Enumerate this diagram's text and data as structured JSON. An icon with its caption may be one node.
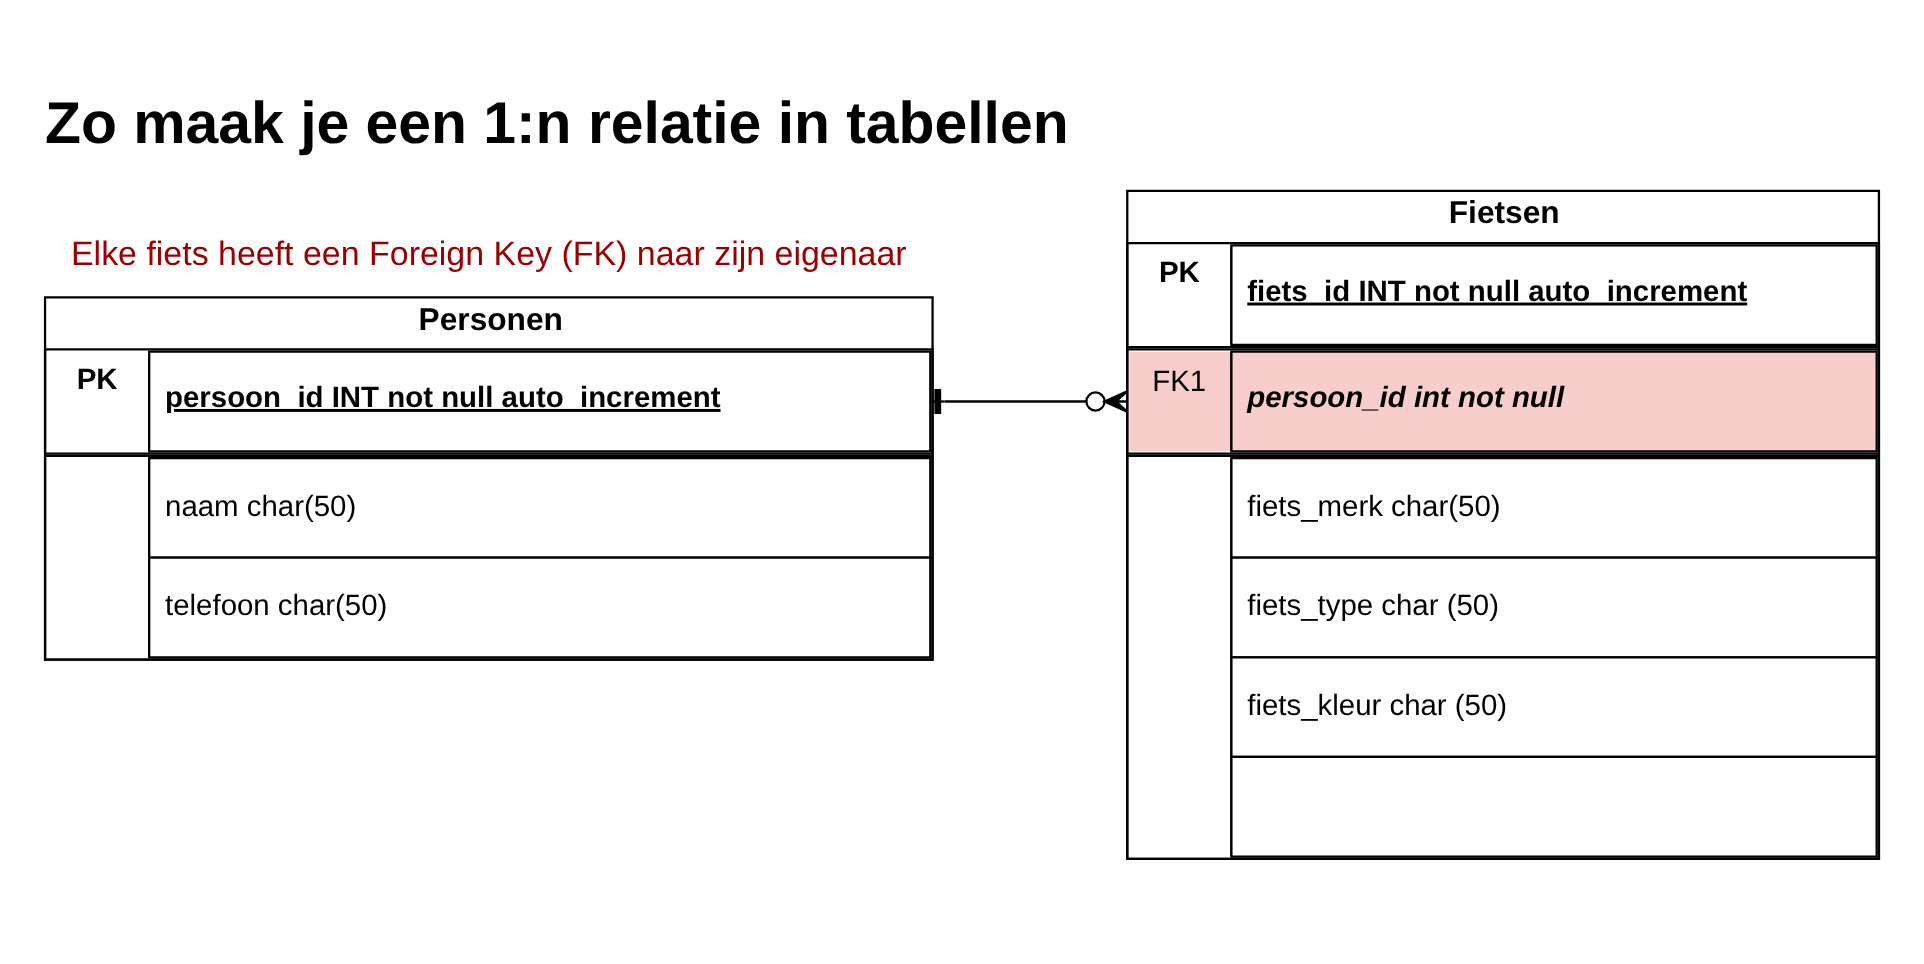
{
  "diagram": {
    "title": "Zo maak je een 1:n relatie in tabellen",
    "nodes": [
      {
        "text": [
          "Personen"
        ]
      },
      {
        "text": [
          "PK",
          "persoon_id INT not null auto_increment"
        ],
        "in": 0
      },
      {
        "text": [
          "naam char(50)",
          "telefoon char(50)"
        ],
        "in": 0
      },
      {
        "text": [
          "Fietsen"
        ]
      },
      {
        "text": [
          "PK",
          "fiets_id INT not null auto_increment"
        ],
        "in": 3
      },
      {
        "text": [
          "FK1",
          "persoon_id int not null"
        ],
        "in": 3
      },
      {
        "text": [
          "fiets_merk char(50)",
          "fiets_type char (50)",
          "fiets_kleur char (50)"
        ],
        "in": 3
      }
    ],
    "edges": [
      {
        "from": 1,
        "to": 5,
        "arrow": "other"
      }
    ],
    "labels": [
      "Elke fiets heeft een Foreign Key (FK) naar zijn eigenaar"
    ]
  }
}
